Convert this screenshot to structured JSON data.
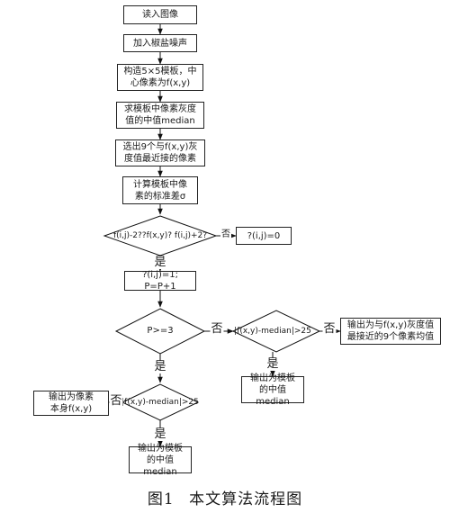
{
  "nodes": {
    "read_image": "读入图像",
    "add_noise": "加入椒盐噪声",
    "build_template": "构造5×5模板，中\n心像素为f(x,y)",
    "median": "求模板中像素灰度\n值的中值median",
    "select9": "选出9个与f(x,y)灰\n度值最近接的像素",
    "std": "计算模板中像\n素的标准差σ",
    "cond1": "f(i,j)-2??f(x,y)? f(i,j)+2?",
    "set_zero": "?(i,j)=0",
    "set_one": "?(i,j)=1;   P=P+1",
    "cond_p": "P>=3",
    "cond_median_right": "|f(x,y)-median|>25",
    "out_mean": "输出为与f(x,y)灰度值\n最接近的9个像素均值",
    "out_median_right": "输出为模板\n的中值median",
    "cond_median_left": "|f(x,y)-median|>25",
    "out_self": "输出为像素\n本身f(x,y)",
    "out_median_bottom": "输出为模板\n的中值median"
  },
  "edge_labels": {
    "cond1_no": "否",
    "cond1_yes": "是",
    "condp_no": "否",
    "condp_yes": "是",
    "right_no": "否",
    "right_yes": "是",
    "left_no": "否",
    "left_yes": "是"
  },
  "caption": "图1   本文算法流程图"
}
